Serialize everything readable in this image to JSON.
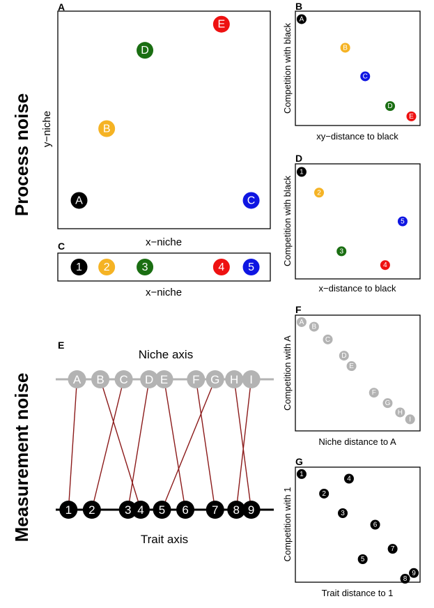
{
  "figure": {
    "row_labels": [
      "Process noise",
      "Measurement noise"
    ],
    "colors": {
      "black": "#000000",
      "gold": "#f5b324",
      "green": "#1a6e12",
      "blue": "#0f16e2",
      "red": "#ee1111",
      "grey": "#b3b3b3",
      "link": "#8b1a1a"
    }
  },
  "chart_data": [
    {
      "id": "A",
      "type": "scatter",
      "panel_label": "A",
      "xlabel": "x−niche",
      "ylabel": "y−niche",
      "xlim": [
        0,
        10
      ],
      "ylim": [
        0,
        10
      ],
      "points": [
        {
          "label": "A",
          "x": 1.0,
          "y": 1.3,
          "color": "#000000"
        },
        {
          "label": "B",
          "x": 2.3,
          "y": 4.6,
          "color": "#f5b324"
        },
        {
          "label": "D",
          "x": 4.1,
          "y": 8.2,
          "color": "#1a6e12"
        },
        {
          "label": "E",
          "x": 7.7,
          "y": 9.4,
          "color": "#ee1111"
        },
        {
          "label": "C",
          "x": 9.1,
          "y": 1.3,
          "color": "#0f16e2"
        }
      ]
    },
    {
      "id": "B",
      "type": "scatter",
      "panel_label": "B",
      "xlabel": "xy−distance to black",
      "ylabel": "Competition with black",
      "xlim": [
        0,
        10
      ],
      "ylim": [
        0,
        10
      ],
      "points": [
        {
          "label": "A",
          "x": 0.5,
          "y": 9.3,
          "color": "#000000"
        },
        {
          "label": "B",
          "x": 4.0,
          "y": 6.8,
          "color": "#f5b324"
        },
        {
          "label": "C",
          "x": 5.6,
          "y": 4.3,
          "color": "#0f16e2"
        },
        {
          "label": "D",
          "x": 7.6,
          "y": 1.7,
          "color": "#1a6e12"
        },
        {
          "label": "E",
          "x": 9.3,
          "y": 0.8,
          "color": "#ee1111"
        }
      ]
    },
    {
      "id": "C",
      "type": "scatter",
      "panel_label": "C",
      "xlabel": "x−niche",
      "ylabel": "",
      "xlim": [
        0,
        10
      ],
      "ylim": [
        0,
        1
      ],
      "points": [
        {
          "label": "1",
          "x": 1.0,
          "y": 0.5,
          "color": "#000000"
        },
        {
          "label": "2",
          "x": 2.3,
          "y": 0.5,
          "color": "#f5b324"
        },
        {
          "label": "3",
          "x": 4.1,
          "y": 0.5,
          "color": "#1a6e12"
        },
        {
          "label": "4",
          "x": 7.7,
          "y": 0.5,
          "color": "#ee1111"
        },
        {
          "label": "5",
          "x": 9.1,
          "y": 0.5,
          "color": "#0f16e2"
        }
      ]
    },
    {
      "id": "D",
      "type": "scatter",
      "panel_label": "D",
      "xlabel": "x−distance to black",
      "ylabel": "Competition with black",
      "xlim": [
        0,
        10
      ],
      "ylim": [
        0,
        10
      ],
      "points": [
        {
          "label": "1",
          "x": 0.5,
          "y": 9.3,
          "color": "#000000"
        },
        {
          "label": "2",
          "x": 1.9,
          "y": 7.5,
          "color": "#f5b324"
        },
        {
          "label": "3",
          "x": 3.7,
          "y": 2.4,
          "color": "#1a6e12"
        },
        {
          "label": "4",
          "x": 7.2,
          "y": 1.2,
          "color": "#ee1111"
        },
        {
          "label": "5",
          "x": 8.6,
          "y": 5.0,
          "color": "#0f16e2"
        }
      ]
    },
    {
      "id": "E",
      "type": "diagram",
      "panel_label": "E",
      "top_axis_label": "Niche axis",
      "bottom_axis_label": "Trait axis",
      "niche_points": [
        {
          "label": "A",
          "pos": 1.0
        },
        {
          "label": "B",
          "pos": 2.1
        },
        {
          "label": "C",
          "pos": 3.2
        },
        {
          "label": "D",
          "pos": 4.4
        },
        {
          "label": "E",
          "pos": 5.1
        },
        {
          "label": "F",
          "pos": 6.6
        },
        {
          "label": "G",
          "pos": 7.5
        },
        {
          "label": "H",
          "pos": 8.4
        },
        {
          "label": "I",
          "pos": 9.2
        }
      ],
      "trait_points": [
        {
          "label": "1",
          "pos": 0.6
        },
        {
          "label": "2",
          "pos": 1.7
        },
        {
          "label": "3",
          "pos": 3.4
        },
        {
          "label": "4",
          "pos": 4.0
        },
        {
          "label": "5",
          "pos": 5.0
        },
        {
          "label": "6",
          "pos": 6.1
        },
        {
          "label": "7",
          "pos": 7.5
        },
        {
          "label": "8",
          "pos": 8.5
        },
        {
          "label": "9",
          "pos": 9.2
        }
      ],
      "links": [
        [
          "A",
          "1"
        ],
        [
          "C",
          "2"
        ],
        [
          "B",
          "4"
        ],
        [
          "D",
          "3"
        ],
        [
          "G",
          "5"
        ],
        [
          "E",
          "6"
        ],
        [
          "F",
          "7"
        ],
        [
          "I",
          "8"
        ],
        [
          "H",
          "9"
        ]
      ]
    },
    {
      "id": "F",
      "type": "scatter",
      "panel_label": "F",
      "xlabel": "Niche distance to A",
      "ylabel": "Competition with A",
      "xlim": [
        0,
        10
      ],
      "ylim": [
        0,
        10
      ],
      "points": [
        {
          "label": "A",
          "x": 0.5,
          "y": 9.4,
          "color": "#b3b3b3"
        },
        {
          "label": "B",
          "x": 1.5,
          "y": 9.0,
          "color": "#b3b3b3"
        },
        {
          "label": "C",
          "x": 2.6,
          "y": 7.9,
          "color": "#b3b3b3"
        },
        {
          "label": "D",
          "x": 3.9,
          "y": 6.5,
          "color": "#b3b3b3"
        },
        {
          "label": "E",
          "x": 4.5,
          "y": 5.6,
          "color": "#b3b3b3"
        },
        {
          "label": "F",
          "x": 6.3,
          "y": 3.3,
          "color": "#b3b3b3"
        },
        {
          "label": "G",
          "x": 7.4,
          "y": 2.4,
          "color": "#b3b3b3"
        },
        {
          "label": "H",
          "x": 8.4,
          "y": 1.6,
          "color": "#b3b3b3"
        },
        {
          "label": "I",
          "x": 9.2,
          "y": 1.0,
          "color": "#b3b3b3"
        }
      ]
    },
    {
      "id": "G",
      "type": "scatter",
      "panel_label": "G",
      "xlabel": "Trait distance to 1",
      "ylabel": "Competition with 1",
      "xlim": [
        0,
        10
      ],
      "ylim": [
        0,
        10
      ],
      "points": [
        {
          "label": "1",
          "x": 0.5,
          "y": 9.4,
          "color": "#000000"
        },
        {
          "label": "2",
          "x": 2.3,
          "y": 7.7,
          "color": "#000000"
        },
        {
          "label": "4",
          "x": 4.3,
          "y": 9.0,
          "color": "#000000"
        },
        {
          "label": "3",
          "x": 3.8,
          "y": 6.0,
          "color": "#000000"
        },
        {
          "label": "6",
          "x": 6.4,
          "y": 5.0,
          "color": "#000000"
        },
        {
          "label": "7",
          "x": 7.8,
          "y": 2.9,
          "color": "#000000"
        },
        {
          "label": "5",
          "x": 5.4,
          "y": 2.0,
          "color": "#000000"
        },
        {
          "label": "9",
          "x": 9.5,
          "y": 0.8,
          "color": "#000000"
        },
        {
          "label": "8",
          "x": 8.8,
          "y": 0.3,
          "color": "#000000"
        }
      ]
    }
  ]
}
